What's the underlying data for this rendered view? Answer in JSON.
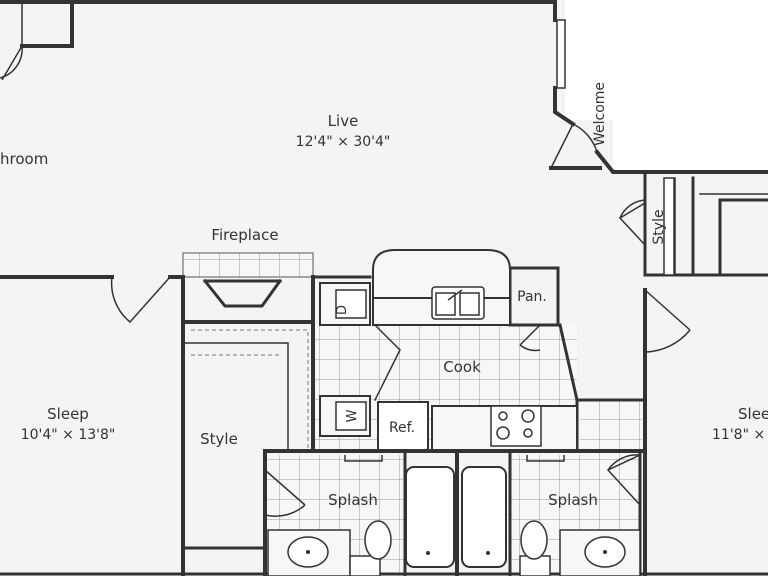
{
  "labels": {
    "bathroom_partial": "hroom",
    "live": "Live",
    "live_dims": "12'4\" × 30'4\"",
    "welcome": "Welcome",
    "fireplace": "Fireplace",
    "style_vertical": "Style",
    "pantry": "Pan.",
    "dishwasher": "D",
    "cook": "Cook",
    "washer": "W",
    "refrigerator": "Ref.",
    "sleep_left": "Sleep",
    "sleep_left_dims": "10'4\" × 13'8\"",
    "style_closet": "Style",
    "sleep_right": "Slee",
    "sleep_right_dims": "11'8\" ×",
    "splash_left": "Splash",
    "splash_right": "Splash"
  },
  "colors": {
    "floor": "#f4f4f4",
    "wall": "#333333",
    "line": "#555555",
    "tile": "#9a9a9a",
    "white": "#ffffff",
    "dash": "#777777"
  }
}
